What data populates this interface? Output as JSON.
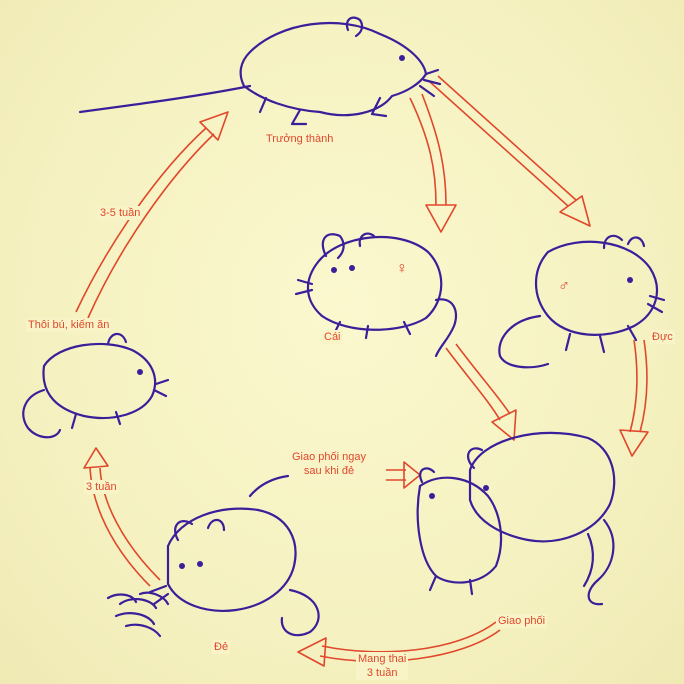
{
  "labels": {
    "adult": "Trưởng thành",
    "female": "Cái",
    "male": "Đực",
    "mating": "Giao phối",
    "postpartum_mating_line1": "Giao phối ngay",
    "postpartum_mating_line2": "sau khi đẻ",
    "gestation_line1": "Mang thai",
    "gestation_line2": "3 tuần",
    "birth": "Đẻ",
    "three_weeks": "3 tuần",
    "weaning": "Thôi bú, kiếm ăn",
    "three_to_five_weeks": "3-5 tuần"
  },
  "symbols": {
    "female": "♀",
    "male": "♂"
  },
  "colors": {
    "background": "#f6f3c4",
    "mouse_ink": "#3a1f9a",
    "arrow_and_label": "#e0482c"
  }
}
